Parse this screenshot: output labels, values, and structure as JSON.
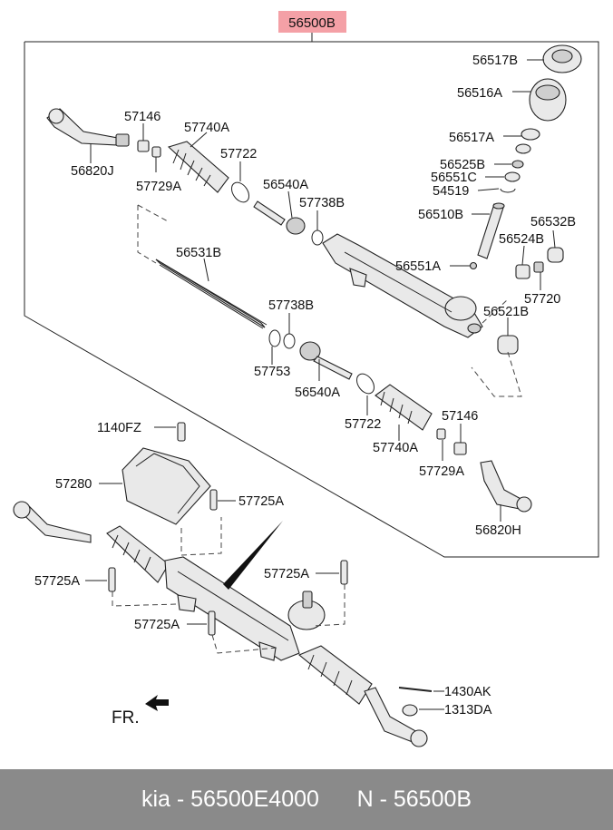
{
  "assembly_label": "56500B",
  "labels": {
    "p56517B": "56517B",
    "p56516A": "56516A",
    "p56517A": "56517A",
    "p56525B": "56525B",
    "p56551C": "56551C",
    "p54519": "54519",
    "p56510B": "56510B",
    "p56532B": "56532B",
    "p56524B": "56524B",
    "p56551A": "56551A",
    "p57720": "57720",
    "p56521B": "56521B",
    "p57146_top": "57146",
    "p57740A_top": "57740A",
    "p57722_top": "57722",
    "p56820J": "56820J",
    "p57729A_top": "57729A",
    "p56540A_top": "56540A",
    "p57738B_top": "57738B",
    "p56531B": "56531B",
    "p57738B_mid": "57738B",
    "p57753": "57753",
    "p56540A_mid": "56540A",
    "p57722_mid": "57722",
    "p57740A_mid": "57740A",
    "p57146_mid": "57146",
    "p57729A_mid": "57729A",
    "p56820H": "56820H",
    "p1140FZ": "1140FZ",
    "p57280": "57280",
    "p57725A_a": "57725A",
    "p57725A_b": "57725A",
    "p57725A_c": "57725A",
    "p57725A_d": "57725A",
    "p1430AK": "1430AK",
    "p1313DA": "1313DA",
    "fr": "FR."
  },
  "colors": {
    "assembly_highlight": "#f4a0a6",
    "footer_bg": "#8a8a8a",
    "footer_text": "#ffffff"
  },
  "footer": {
    "text": "kia - 56500E4000      N - 56500B"
  }
}
